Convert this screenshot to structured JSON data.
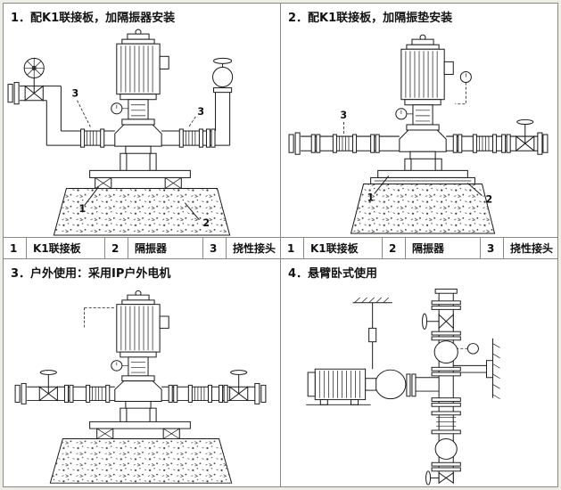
{
  "colors": {
    "line": "#1a1a1a",
    "border": "#8a8a84",
    "frame": "#eeeee6",
    "bg": "#ffffff"
  },
  "panels": [
    {
      "title": "1．配K1联接板，加隔振器安装",
      "callouts": [
        "1",
        "2",
        "3",
        "3"
      ]
    },
    {
      "title": "2．配K1联接板，加隔振垫安装",
      "callouts": [
        "1",
        "2",
        "3"
      ]
    },
    {
      "title": "3．户外使用：采用IP户外电机",
      "callouts": []
    },
    {
      "title": "4．悬臂卧式使用",
      "callouts": []
    }
  ],
  "legend": {
    "items": [
      {
        "num": "1",
        "label": "K1联接板"
      },
      {
        "num": "2",
        "label": "隔振器"
      },
      {
        "num": "3",
        "label": "挠性接头"
      }
    ]
  }
}
